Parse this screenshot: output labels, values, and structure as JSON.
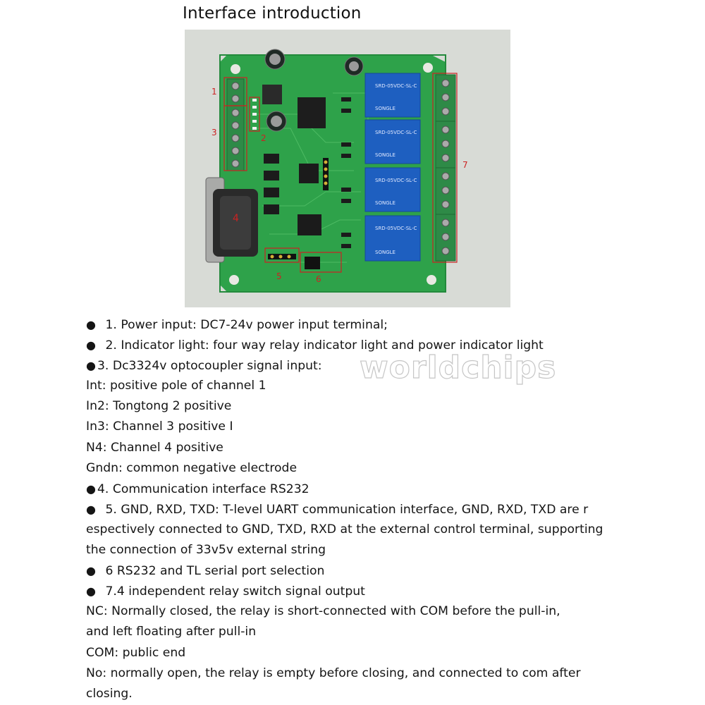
{
  "title": "Interface introduction",
  "photo": {
    "labels": [
      "1",
      "2",
      "3",
      "4",
      "5",
      "6",
      "7"
    ],
    "relay_text": [
      "SRD-05VDC-SL-C",
      "SONGLE"
    ]
  },
  "watermark": "worldchips",
  "colors": {
    "pcb": "#2ea24a",
    "terminal": "#2e8a47",
    "relay": "#1e5fc0",
    "annotation": "#cc2222",
    "bullet": "#111111"
  },
  "lines": [
    {
      "bullet": "●",
      "text": " 1. Power input: DC7-24v power input terminal;"
    },
    {
      "bullet": "●",
      "text": " 2. Indicator light: four way relay indicator light and power indicator light"
    },
    {
      "bullet": "●",
      "text": "3. Dc3324v optocoupler signal input:"
    },
    {
      "bullet": "",
      "text": "Int: positive pole of channel 1"
    },
    {
      "bullet": "",
      "text": "In2: Tongtong 2 positive"
    },
    {
      "bullet": "",
      "text": "In3: Channel 3 positive I"
    },
    {
      "bullet": "",
      "text": "N4: Channel 4 positive"
    },
    {
      "bullet": "",
      "text": "Gndn: common negative electrode"
    },
    {
      "bullet": "●",
      "text": "4. Communication interface RS232"
    },
    {
      "bullet": "●",
      "text": " 5. GND, RXD, TXD: T-level UART communication interface, GND, RXD, TXD are r"
    },
    {
      "bullet": "",
      "text": "espectively connected to GND, TXD, RXD at the external control terminal, supporting"
    },
    {
      "bullet": "",
      "text": "the connection of 33v5v external string"
    },
    {
      "bullet": "●",
      "text": " 6 RS232 and TL serial port selection"
    },
    {
      "bullet": "●",
      "text": " 7.4 independent relay switch signal output"
    },
    {
      "bullet": "",
      "text": "NC: Normally closed, the relay is short-connected with COM before the pull-in,"
    },
    {
      "bullet": "",
      "text": "and left floating after pull-in"
    },
    {
      "bullet": "",
      "text": "COM: public end"
    },
    {
      "bullet": "",
      "text": "No: normally open, the relay is empty before closing, and connected to com after"
    },
    {
      "bullet": "",
      "text": "closing."
    }
  ]
}
